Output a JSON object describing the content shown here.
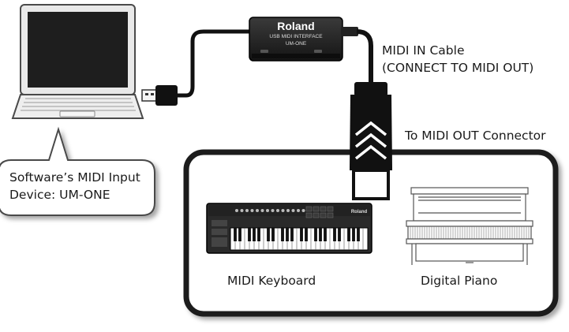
{
  "interface": {
    "brand": "Roland",
    "line1": "USB MIDI INTERFACE",
    "model": "UM-ONE"
  },
  "cable": {
    "line1": "MIDI IN Cable",
    "line2": "(CONNECT TO MIDI OUT)"
  },
  "connector": {
    "label": "To MIDI OUT Connector"
  },
  "bubble": {
    "line1": "Software’s MIDI Input",
    "line2": "Device: UM-ONE"
  },
  "devices": {
    "keyboard_label": "MIDI Keyboard",
    "keyboard_brand": "Roland",
    "piano_label": "Digital Piano"
  },
  "colors": {
    "outline": "#1a1a1a",
    "cable": "#111111",
    "device_body": "#2a2a2a",
    "screen": "#1e1e1e",
    "laptop_body": "#eeeeee",
    "bubble_fill": "#ffffff",
    "shadow": "#9a9a9a"
  }
}
